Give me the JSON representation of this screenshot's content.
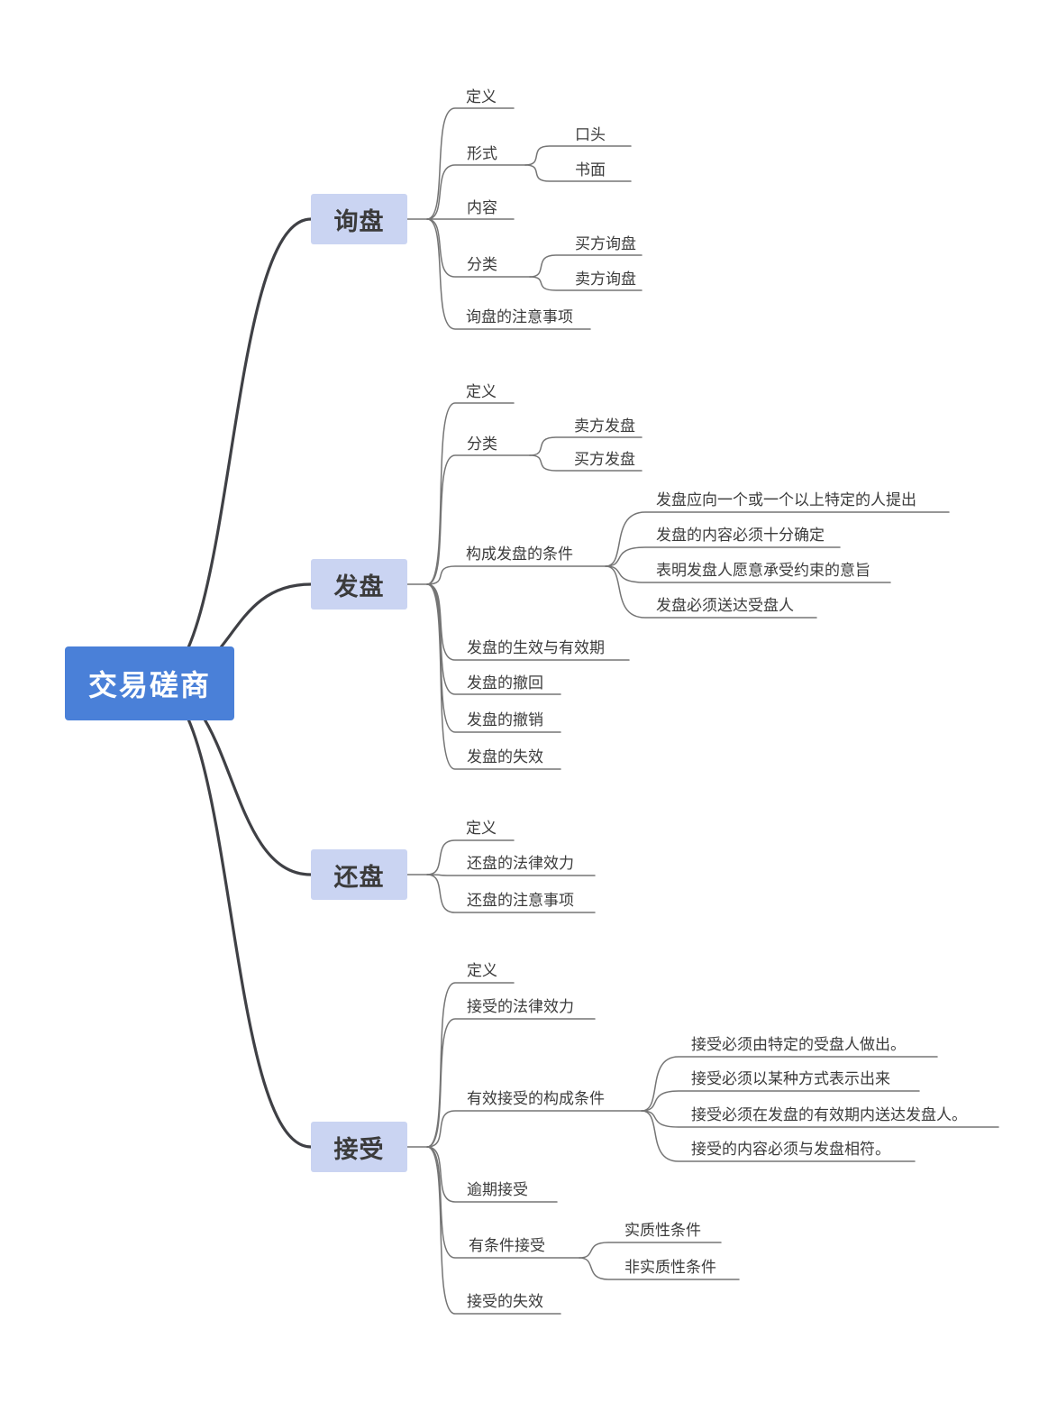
{
  "root": {
    "label": "交易磋商"
  },
  "branches": [
    {
      "label": "询盘",
      "children": [
        {
          "label": "定义"
        },
        {
          "label": "形式",
          "children": [
            {
              "label": "口头"
            },
            {
              "label": "书面"
            }
          ]
        },
        {
          "label": "内容"
        },
        {
          "label": "分类",
          "children": [
            {
              "label": "买方询盘"
            },
            {
              "label": "卖方询盘"
            }
          ]
        },
        {
          "label": "询盘的注意事项"
        }
      ]
    },
    {
      "label": "发盘",
      "children": [
        {
          "label": "定义"
        },
        {
          "label": "分类",
          "children": [
            {
              "label": "卖方发盘"
            },
            {
              "label": "买方发盘"
            }
          ]
        },
        {
          "label": "构成发盘的条件",
          "children": [
            {
              "label": "发盘应向一个或一个以上特定的人提出"
            },
            {
              "label": "发盘的内容必须十分确定"
            },
            {
              "label": "表明发盘人愿意承受约束的意旨"
            },
            {
              "label": "发盘必须送达受盘人"
            }
          ]
        },
        {
          "label": "发盘的生效与有效期"
        },
        {
          "label": "发盘的撤回"
        },
        {
          "label": "发盘的撤销"
        },
        {
          "label": "发盘的失效"
        }
      ]
    },
    {
      "label": "还盘",
      "children": [
        {
          "label": "定义"
        },
        {
          "label": "还盘的法律效力"
        },
        {
          "label": "还盘的注意事项"
        }
      ]
    },
    {
      "label": "接受",
      "children": [
        {
          "label": "定义"
        },
        {
          "label": "接受的法律效力"
        },
        {
          "label": "有效接受的构成条件",
          "children": [
            {
              "label": "接受必须由特定的受盘人做出。"
            },
            {
              "label": "接受必须以某种方式表示出来"
            },
            {
              "label": "接受必须在发盘的有效期内送达发盘人。"
            },
            {
              "label": "接受的内容必须与发盘相符。"
            }
          ]
        },
        {
          "label": "逾期接受"
        },
        {
          "label": "有条件接受",
          "children": [
            {
              "label": "实质性条件"
            },
            {
              "label": "非实质性条件"
            }
          ]
        },
        {
          "label": "接受的失效"
        }
      ]
    }
  ],
  "colors": {
    "root_fill": "#4A80D8",
    "branch_fill": "#CAD4F2",
    "branch_text": "#3B3B3B",
    "leaf_text": "#3C3C3C",
    "line_thick": "#3F4045",
    "line_thin": "#757575",
    "background": "#FFFFFF"
  }
}
